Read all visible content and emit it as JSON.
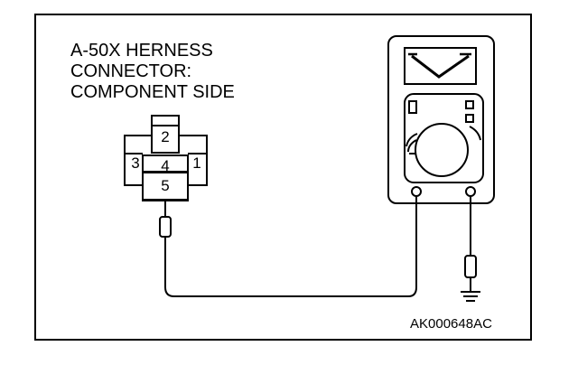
{
  "title": {
    "line1": "A-50X HERNESS",
    "line2": "CONNECTOR:",
    "line3": "COMPONENT SIDE"
  },
  "connector": {
    "pins": [
      "1",
      "2",
      "3",
      "4",
      "5"
    ],
    "probe_pin": "5"
  },
  "meter": {
    "display_glyph": "V",
    "mode": "voltmeter"
  },
  "figure_code": "AK000648AC"
}
